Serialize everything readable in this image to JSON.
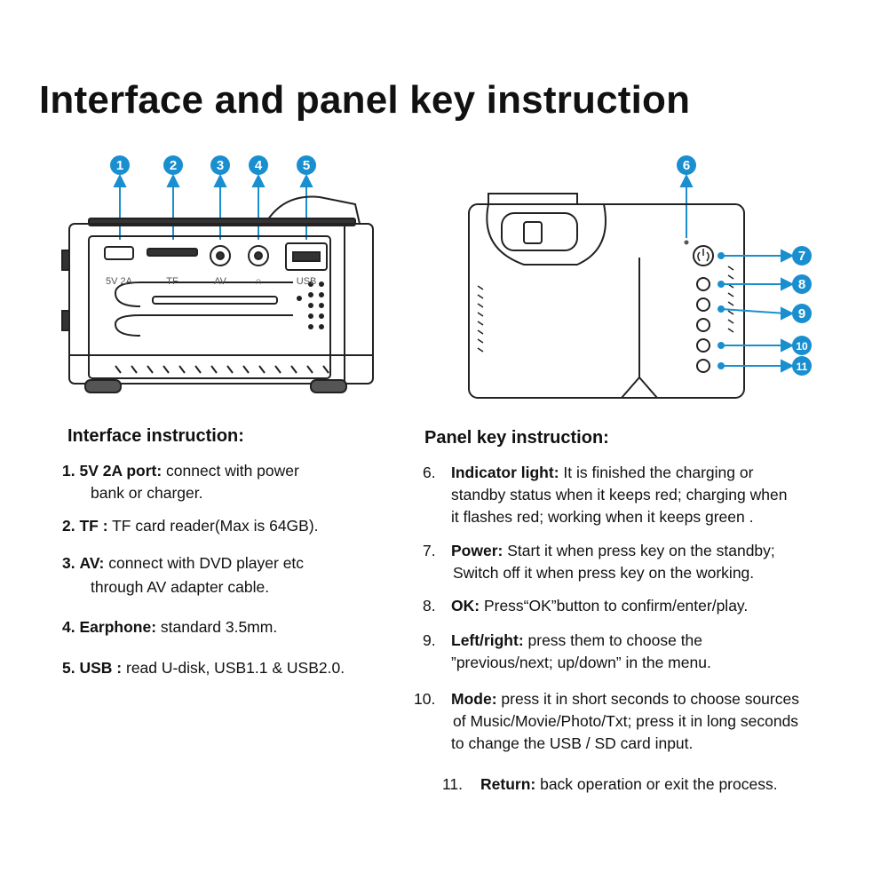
{
  "title": "Interface and panel key instruction",
  "side_diagram": {
    "callouts": [
      "1",
      "2",
      "3",
      "4",
      "5"
    ],
    "port_labels": [
      "5V 2A",
      "TF",
      "AV",
      "∩",
      "USB"
    ]
  },
  "top_diagram": {
    "callouts": [
      "6",
      "7",
      "8",
      "9",
      "10",
      "11"
    ]
  },
  "colors": {
    "callout": "#1a8fd0",
    "text": "#111111"
  },
  "interface": {
    "heading": "Interface instruction:",
    "items": [
      {
        "num": "1.",
        "label": "5V 2A port:",
        "line1": " connect with power",
        "line2": "bank or charger."
      },
      {
        "num": "2.",
        "label": "TF :",
        "line1": " TF card reader(Max is 64GB).",
        "line2": ""
      },
      {
        "num": "3.",
        "label": "AV:",
        "line1": " connect with DVD player etc",
        "line2": "through AV adapter cable."
      },
      {
        "num": "4.",
        "label": "Earphone:",
        "line1": " standard 3.5mm.",
        "line2": ""
      },
      {
        "num": "5.",
        "label": "USB :",
        "line1": " read U-disk, USB1.1 & USB2.0.",
        "line2": ""
      }
    ]
  },
  "panel": {
    "heading": "Panel key instruction:",
    "items": [
      {
        "num": "6.",
        "label": "Indicator light:",
        "line1": " It is finished the charging or",
        "line2": "standby status when it keeps red; charging when",
        "line3": "it flashes red; working when it keeps green ."
      },
      {
        "num": "7.",
        "label": "Power:",
        "line1": " Start it when press key on the standby;",
        "line2": "Switch off it when press key on the working.",
        "line3": ""
      },
      {
        "num": "8.",
        "label": "OK:",
        "line1": " Press“OK”button to confirm/enter/play.",
        "line2": "",
        "line3": ""
      },
      {
        "num": "9.",
        "label": "Left/right:",
        "line1": " press them to choose the",
        "line2": "”previous/next; up/down” in the menu.",
        "line3": ""
      },
      {
        "num": "10.",
        "label": "Mode:",
        "line1": " press it in short seconds to choose sources",
        "line2": "of Music/Movie/Photo/Txt; press it in long seconds",
        "line3": "to change the USB / SD card input."
      },
      {
        "num": "11.",
        "label": "Return:",
        "line1": " back operation or exit the process.",
        "line2": "",
        "line3": ""
      }
    ]
  }
}
